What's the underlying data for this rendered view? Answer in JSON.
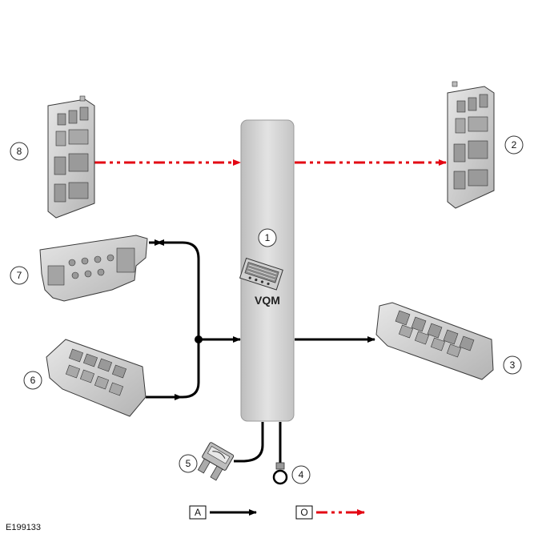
{
  "diagram": {
    "module_label": "VQM",
    "figure_id": "E199133",
    "callouts": [
      "1",
      "2",
      "3",
      "4",
      "5",
      "6",
      "7",
      "8"
    ],
    "legend": {
      "hardwired_key": "A",
      "network_key": "O"
    },
    "colors": {
      "hardwired_line": "#000000",
      "network_line": "#e30613",
      "module_fill": "#d4d4d4",
      "component_fill": "#c8c8c8",
      "component_stroke": "#3a3a3a"
    }
  }
}
